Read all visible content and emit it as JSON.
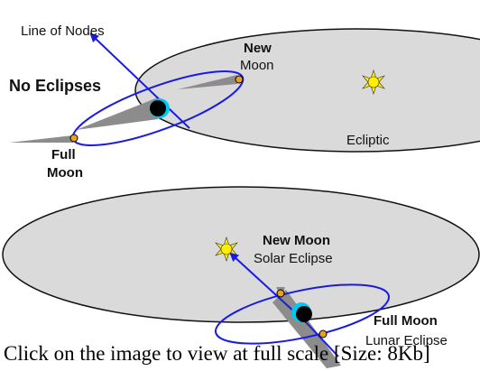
{
  "colors": {
    "ecliptic_fill": "#dadada",
    "ecliptic_stroke": "#111111",
    "orbit": "#1a1ae6",
    "sun": "#ffee00",
    "earth": "#00c8f0",
    "earth_shadow": "#000000",
    "moon": "#e8a020",
    "shadow_cone": "#8c8c8c"
  },
  "top_panel": {
    "line_of_nodes_label": "Line of Nodes",
    "no_eclipses_label": "No Eclipses",
    "new_moon_label_line1": "New",
    "new_moon_label_line2": "Moon",
    "full_moon_label_line1": "Full",
    "full_moon_label_line2": "Moon",
    "ecliptic_label": "Ecliptic"
  },
  "bottom_panel": {
    "new_moon_label": "New Moon",
    "solar_eclipse_label": "Solar Eclipse",
    "full_moon_label": "Full Moon",
    "lunar_eclipse_label": "Lunar Eclipse"
  },
  "caption": "Click on the image to view at full scale [Size: 8Kb]"
}
